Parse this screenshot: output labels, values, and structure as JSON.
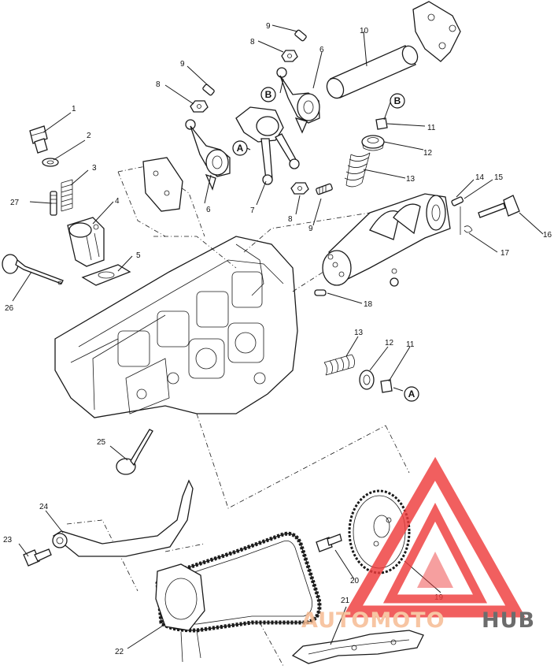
{
  "callouts": [
    "1",
    "2",
    "3",
    "4",
    "5",
    "6",
    "6",
    "7",
    "8",
    "8",
    "8",
    "9",
    "9",
    "9",
    "10",
    "11",
    "11",
    "12",
    "12",
    "13",
    "13",
    "14",
    "15",
    "16",
    "17",
    "18",
    "19",
    "20",
    "21",
    "22",
    "23",
    "24",
    "25",
    "26",
    "27"
  ],
  "references": [
    "A",
    "A",
    "B",
    "B"
  ],
  "watermark": {
    "part1": "AUTOMOTO",
    "part2": "HUB",
    "color_part1": "#f6b98f",
    "color_part2": "#4d4d4d",
    "logo_color": "#ef3d3d"
  }
}
